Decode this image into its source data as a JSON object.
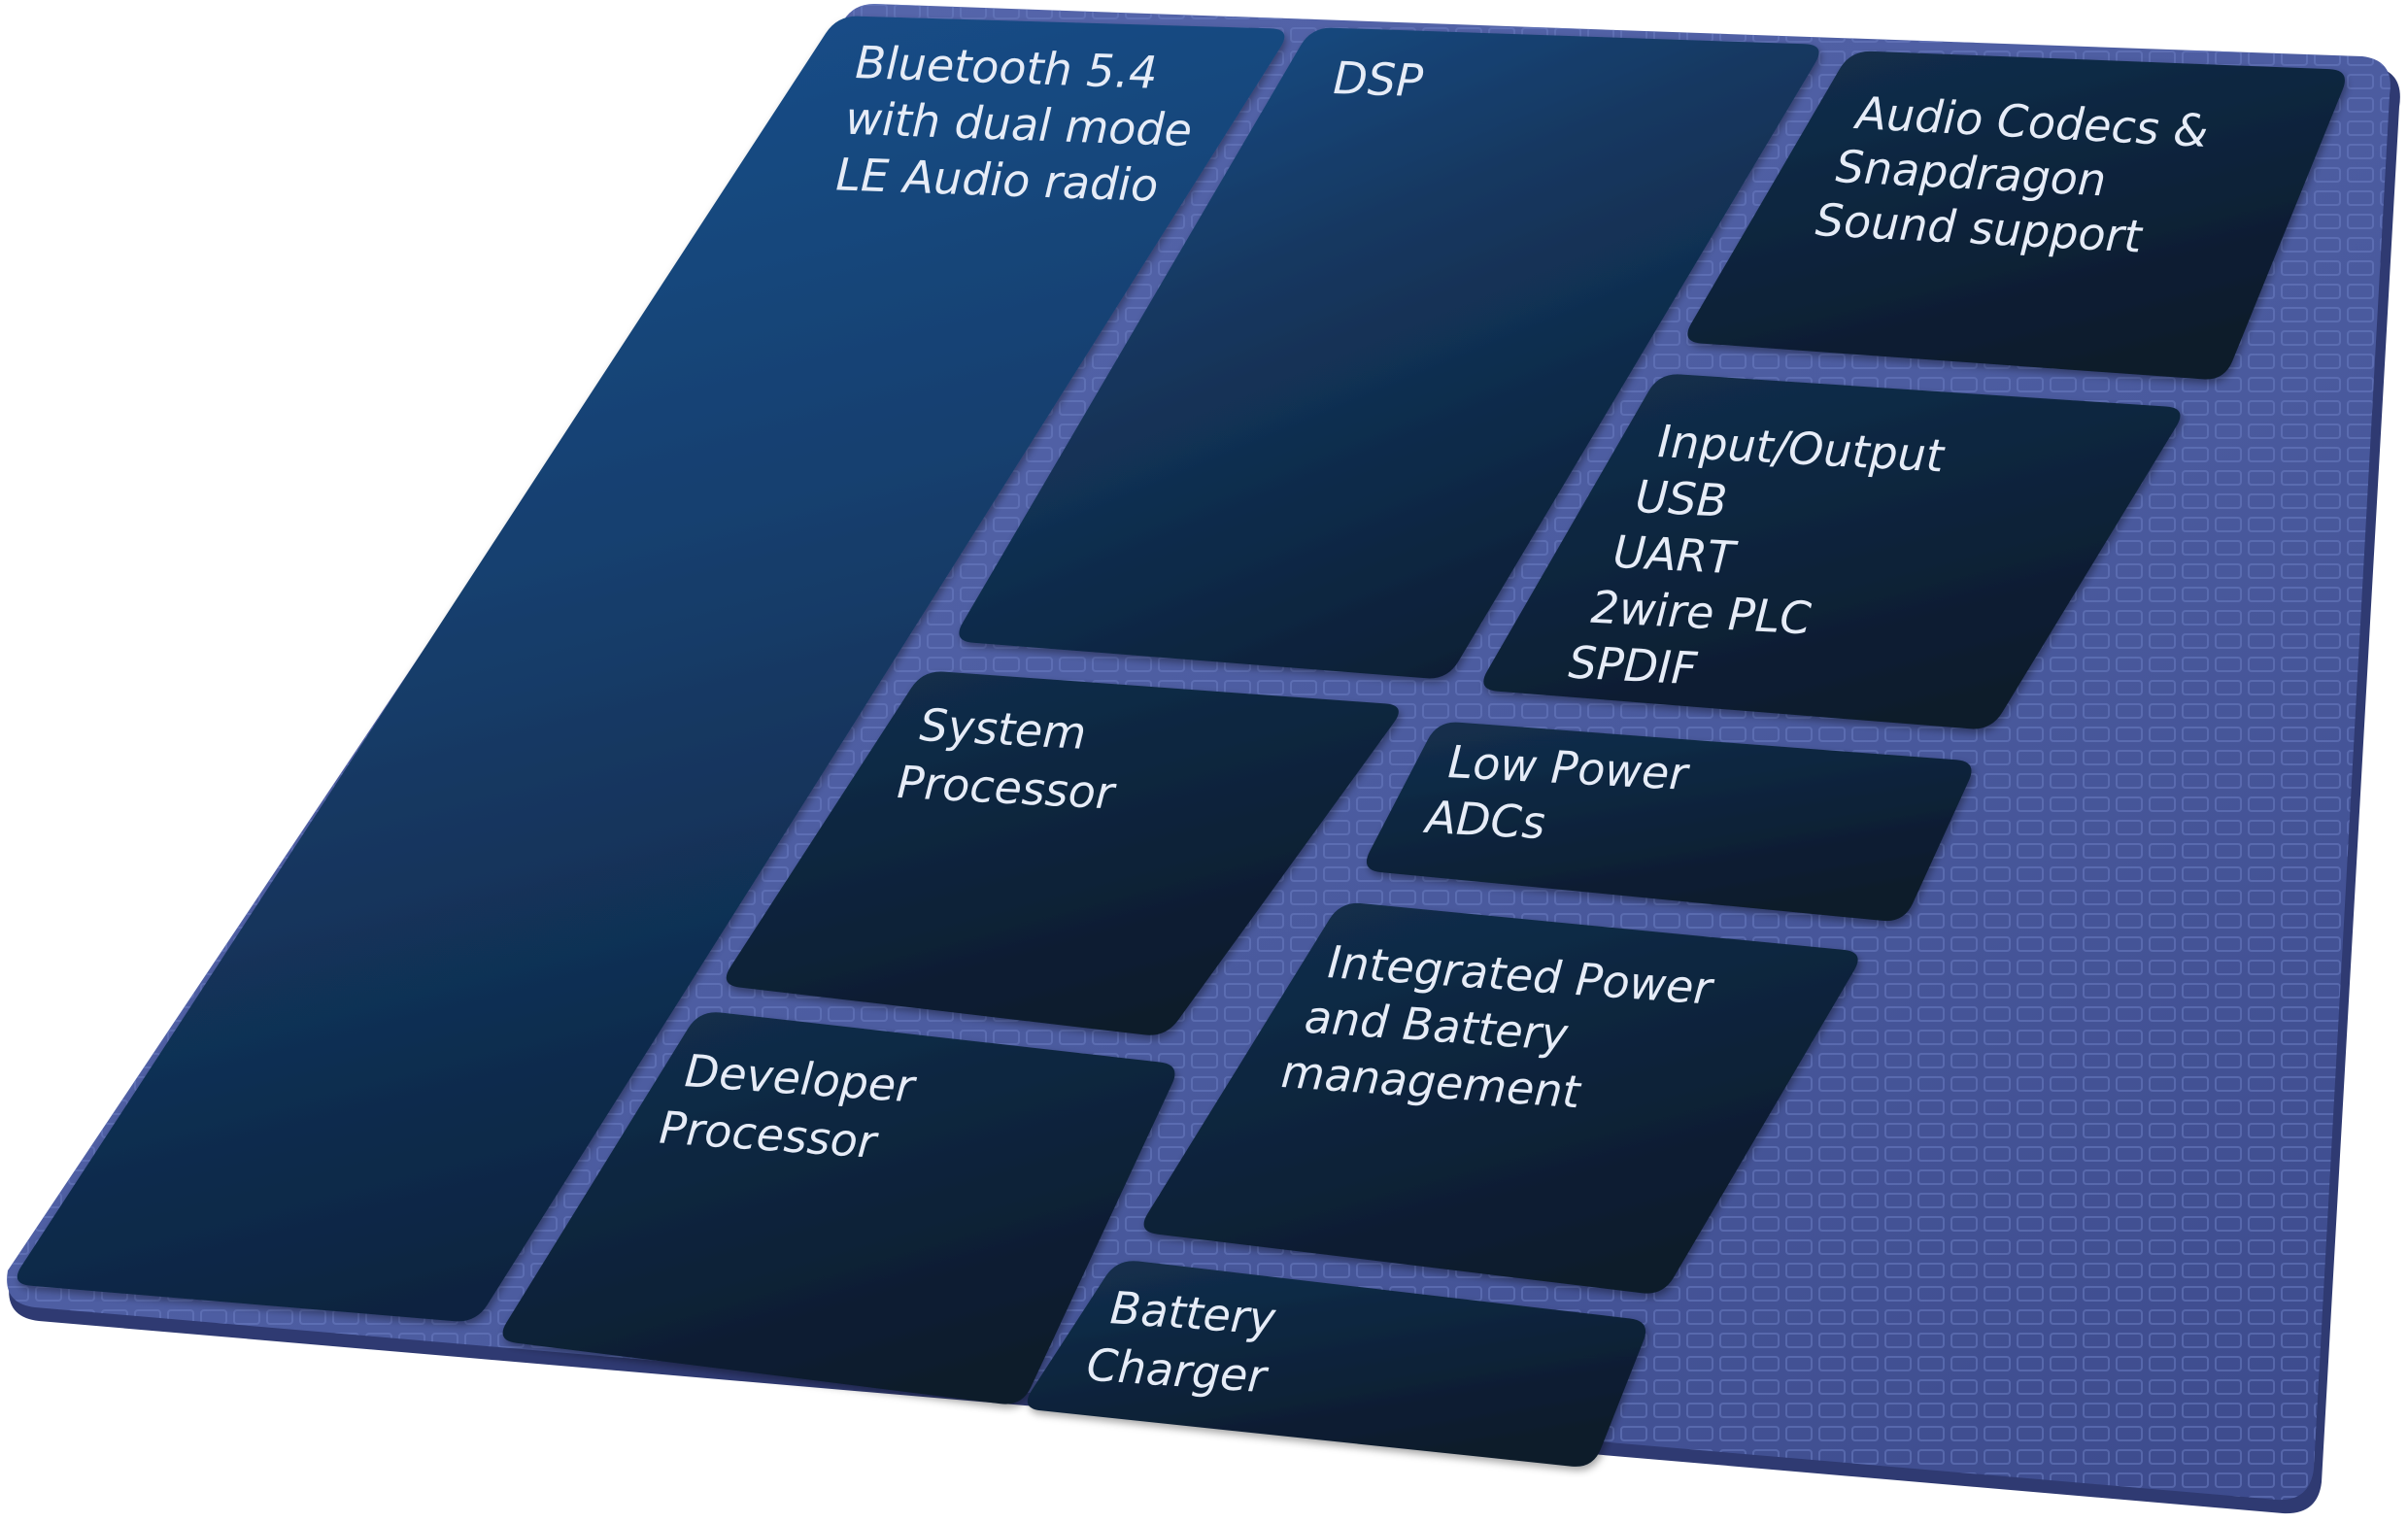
{
  "diagram": {
    "title": "",
    "colors": {
      "board": "#4a5a9e",
      "board_edge": "#3a4785",
      "block_light": "#1b5290",
      "block_dark": "#0b1f35",
      "text": "#e6ecf7"
    },
    "blocks": [
      {
        "id": "bluetooth",
        "lines": [
          "Bluetooth 5.4",
          "with dual mode",
          "LE Audio radio"
        ]
      },
      {
        "id": "dsp",
        "lines": [
          "DSP"
        ]
      },
      {
        "id": "audio-codecs",
        "lines": [
          "Audio Codecs &",
          "Snapdragon",
          "Sound support"
        ]
      },
      {
        "id": "input-output",
        "lines": [
          "Input/Output",
          "USB",
          "UART",
          "2wire PLC",
          "SPDIF"
        ]
      },
      {
        "id": "system-processor",
        "lines": [
          "System",
          "Processor"
        ]
      },
      {
        "id": "low-power-adcs",
        "lines": [
          "Low Power",
          "ADCs"
        ]
      },
      {
        "id": "power-battery",
        "lines": [
          "Integrated Power",
          "and Battery",
          "management"
        ]
      },
      {
        "id": "developer-processor",
        "lines": [
          "Developer",
          "Processor"
        ]
      },
      {
        "id": "battery-charger",
        "lines": [
          "Battery",
          "Charger"
        ]
      }
    ]
  }
}
